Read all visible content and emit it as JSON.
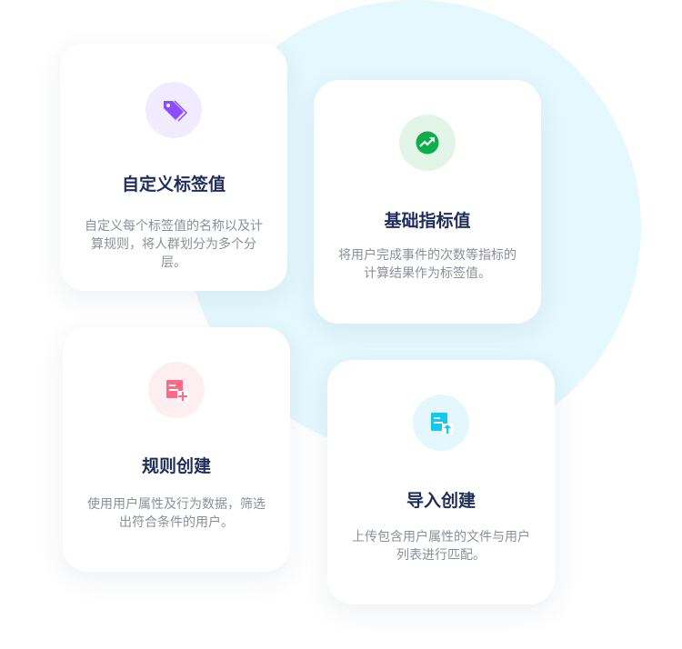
{
  "cards": [
    {
      "title": "自定义标签值",
      "desc": "自定义每个标签值的名称以及计算规则，将人群划分为多个分层。",
      "icon": "tag-icon",
      "color": "#8a4dff",
      "bg": "#f1ebff"
    },
    {
      "title": "基础指标值",
      "desc": "将用户完成事件的次数等指标的计算结果作为标签值。",
      "icon": "trend-up-icon",
      "color": "#0fae4a",
      "bg": "#e3f5e8"
    },
    {
      "title": "规则创建",
      "desc": "使用用户属性及行为数据，筛选出符合条件的用户。",
      "icon": "document-add-icon",
      "color": "#ff6b86",
      "bg": "#fdeef1"
    },
    {
      "title": "导入创建",
      "desc": "上传包含用户属性的文件与用户列表进行匹配。",
      "icon": "document-upload-icon",
      "color": "#14c9ee",
      "bg": "#e3f7fd"
    }
  ]
}
